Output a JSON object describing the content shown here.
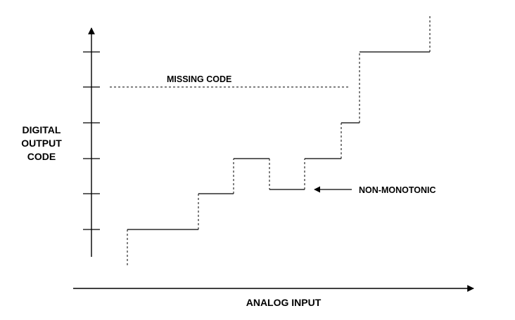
{
  "labels": {
    "y_axis": [
      "DIGITAL",
      "OUTPUT",
      "CODE"
    ],
    "x_axis": "ANALOG INPUT",
    "missing_code": "MISSING CODE",
    "non_monotonic": "NON-MONOTONIC"
  },
  "colors": {
    "stroke": "#000000",
    "background": "#ffffff"
  }
}
